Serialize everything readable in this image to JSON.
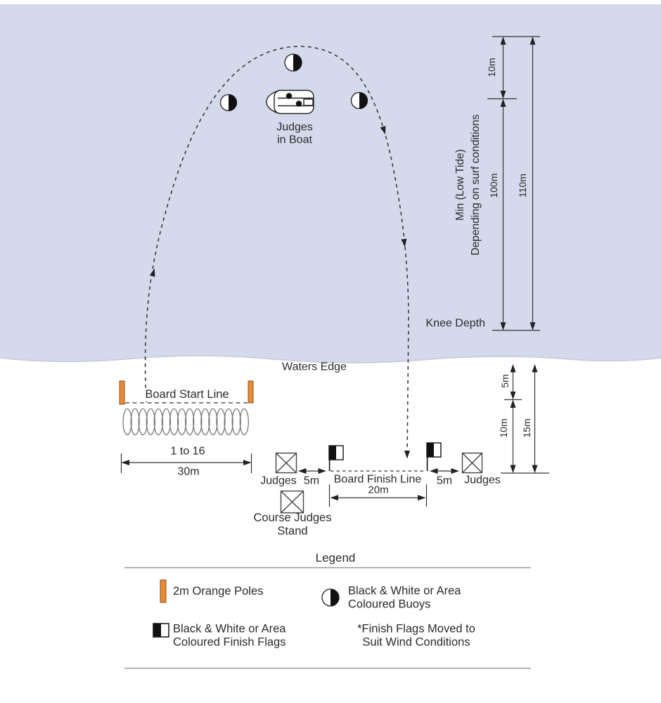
{
  "colors": {
    "water": "#D4DAEC",
    "pole_orange": "#EB8A35",
    "ink": "#2B2B2B"
  },
  "sea": {
    "judges_boat_label_1": "Judges",
    "judges_boat_label_2": "in Boat",
    "dims": {
      "d10": "10m",
      "d100": "100m",
      "d110": "110m",
      "note1": "Min (Low Tide)",
      "note2": "Depending on surf conditions",
      "knee": "Knee Depth"
    }
  },
  "shore": {
    "waters_edge": "Waters Edge"
  },
  "beach": {
    "start_line": "Board Start Line",
    "board_count": "1 to 16",
    "start_width": "30m",
    "judges_left": "Judges",
    "gap_left": "5m",
    "finish_line": "Board Finish Line",
    "finish_width": "20m",
    "gap_right": "5m",
    "judges_right": "Judges",
    "stand1": "Course Judges",
    "stand2": "Stand",
    "dims": {
      "d5": "5m",
      "d10": "10m",
      "d15": "15m"
    }
  },
  "legend": {
    "title": "Legend",
    "poles_label": "2m Orange Poles",
    "buoys_label_1": "Black & White or Area",
    "buoys_label_2": "Coloured Buoys",
    "flags_label_1": "Black & White or Area",
    "flags_label_2": "Coloured Finish Flags",
    "note_1": "*Finish Flags Moved to",
    "note_2": "Suit Wind Conditions"
  }
}
